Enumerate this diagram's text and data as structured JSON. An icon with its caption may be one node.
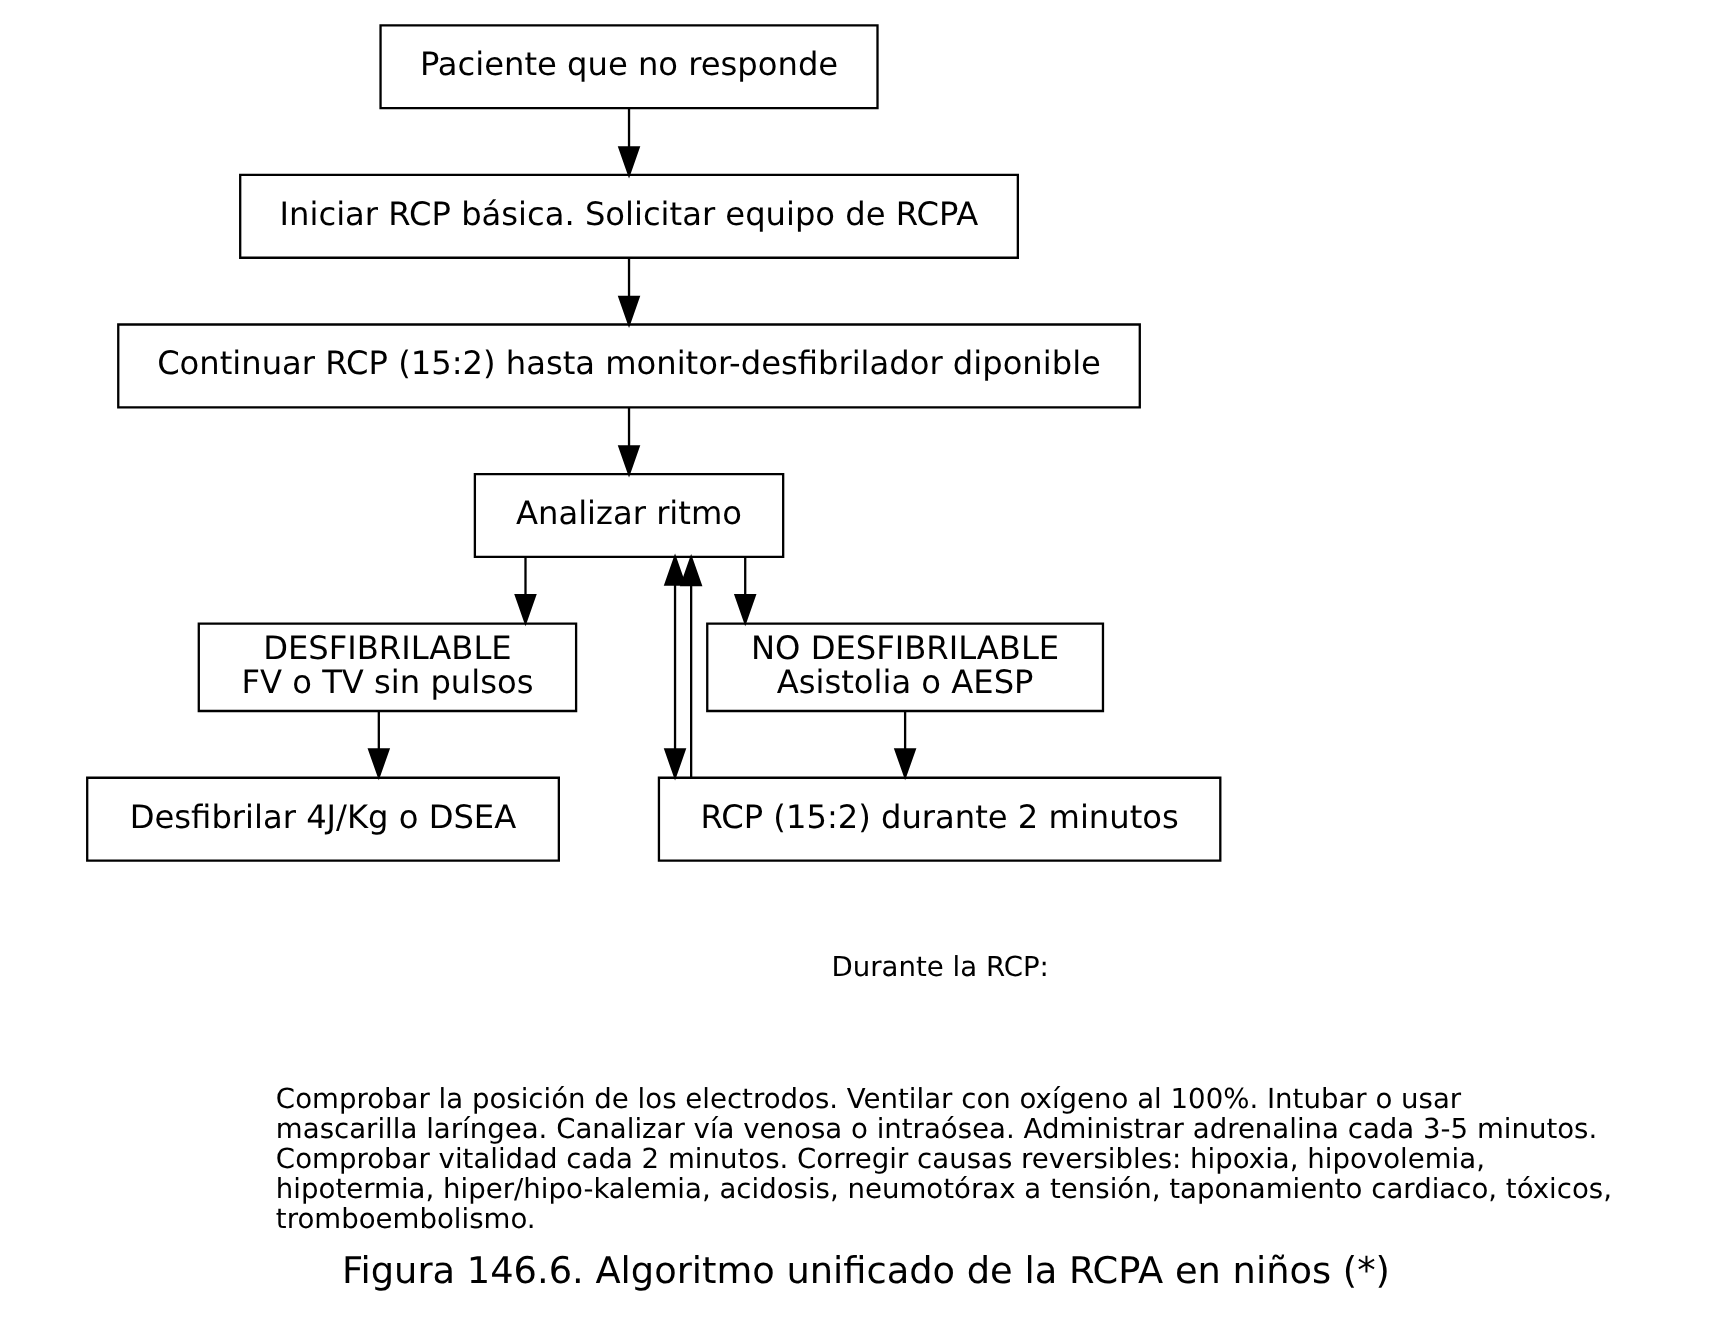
{
  "diagram": {
    "caption": "Figura 146.6. Algoritmo unificado de la RCPA en niños (*)",
    "nodes": [
      {
        "text": [
          "Paciente que no responde"
        ]
      },
      {
        "text": [
          "Iniciar RCP básica. Solicitar equipo de RCPA"
        ]
      },
      {
        "text": [
          "Continuar RCP (15:2) hasta monitor-desfibrilador diponible"
        ]
      },
      {
        "text": [
          "Analizar ritmo"
        ]
      },
      {
        "text": [
          "DESFIBRILABLE",
          "FV o TV sin pulsos"
        ]
      },
      {
        "text": [
          "NO DESFIBRILABLE",
          "Asistolia o AESP"
        ]
      },
      {
        "text": [
          "Desfibrilar 4J/Kg o DSEA"
        ]
      },
      {
        "text": [
          "RCP (15:2) durante 2 minutos"
        ]
      }
    ],
    "edges": [
      {
        "from": 0,
        "to": 1,
        "arrow": "to"
      },
      {
        "from": 1,
        "to": 2,
        "arrow": "to"
      },
      {
        "from": 2,
        "to": 3,
        "arrow": "to"
      },
      {
        "from": 3,
        "to": 4,
        "arrow": "to"
      },
      {
        "from": 3,
        "to": 5,
        "arrow": "to"
      },
      {
        "from": 4,
        "to": 6,
        "arrow": "to"
      },
      {
        "from": 5,
        "to": 7,
        "arrow": "to"
      },
      {
        "from": 3,
        "to": 7,
        "arrow": "both"
      },
      {
        "from": 7,
        "to": 3,
        "arrow": "to"
      }
    ],
    "labels": [
      "Durante la RCP:",
      "Comprobar la posición de los electrodos. Ventilar con oxígeno al 100%. Intubar o usar mascarilla laríngea. Canalizar vía venosa o intraósea. Administrar adrenalina cada 3-5 minutos. Comprobar vitalidad cada 2 minutos. Corregir causas reversibles: hipoxia, hipovolemia, hipotermia, hiper/hipo-kalemia, acidosis, neumotórax a tensión, taponamiento cardiaco, tóxicos, tromboembolismo."
    ]
  }
}
